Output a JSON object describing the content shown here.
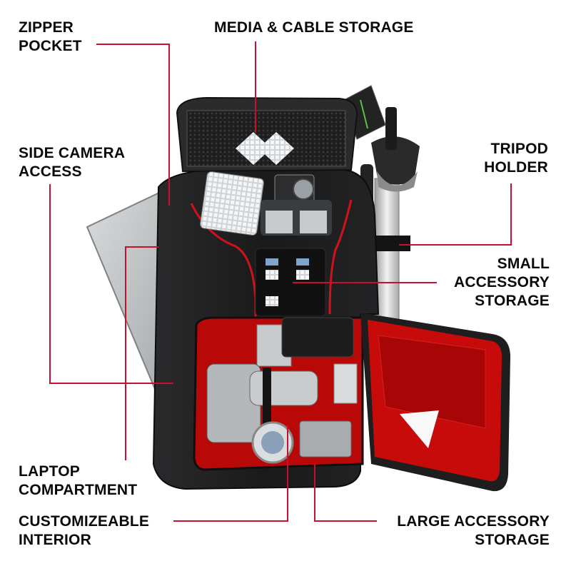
{
  "infographic": {
    "subject": "Camera backpack feature callouts",
    "accent_color": "#c8102e",
    "bag_color": "#1c1c1e",
    "interior_color": "#c40a0a",
    "callouts": [
      {
        "id": "zipper-pocket",
        "lines": [
          "ZIPPER",
          "POCKET"
        ]
      },
      {
        "id": "media-cable-storage",
        "lines": [
          "MEDIA & CABLE STORAGE"
        ]
      },
      {
        "id": "side-camera-access",
        "lines": [
          "SIDE CAMERA",
          "ACCESS"
        ]
      },
      {
        "id": "tripod-holder",
        "lines": [
          "TRIPOD",
          "HOLDER"
        ]
      },
      {
        "id": "small-accessory-storage",
        "lines": [
          "SMALL",
          "ACCESSORY",
          "STORAGE"
        ]
      },
      {
        "id": "laptop-compartment",
        "lines": [
          "LAPTOP",
          "COMPARTMENT"
        ]
      },
      {
        "id": "customizeable-interior",
        "lines": [
          "CUSTOMIZEABLE",
          "INTERIOR"
        ]
      },
      {
        "id": "large-accessory-storage",
        "lines": [
          "LARGE ACCESSORY",
          "STORAGE"
        ]
      }
    ]
  }
}
